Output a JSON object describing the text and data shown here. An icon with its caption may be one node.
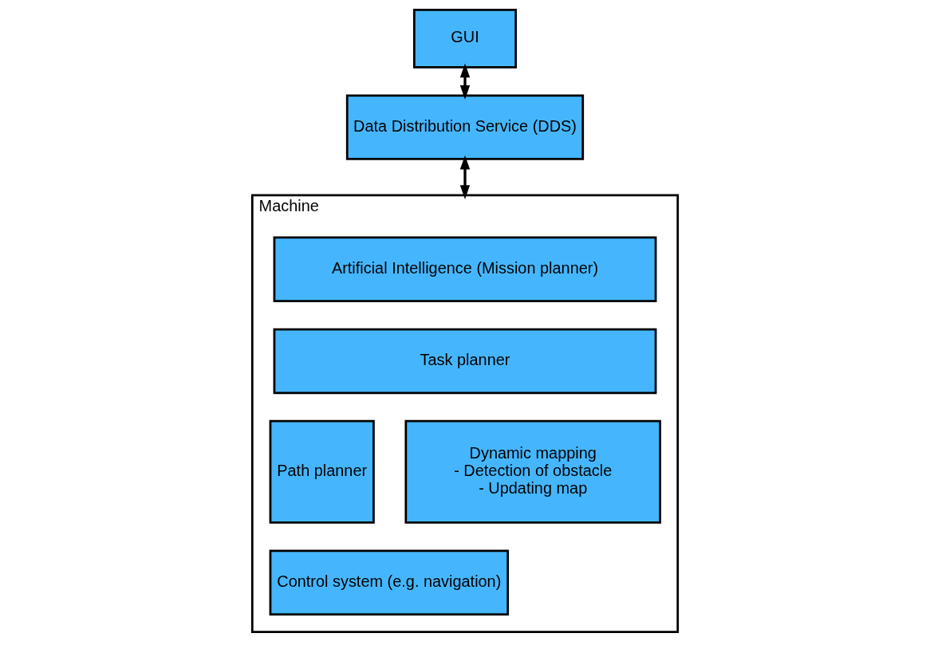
{
  "diagram": {
    "nodes": [
      {
        "text": [
          "GUI"
        ]
      },
      {
        "text": [
          "Data Distribution Service (DDS)"
        ]
      },
      {
        "text": [
          "Machine"
        ]
      },
      {
        "text": [
          "Artificial Intelligence (Mission planner)"
        ],
        "in": 2
      },
      {
        "text": [
          "Task planner"
        ],
        "in": 2
      },
      {
        "text": [
          "Path planner"
        ],
        "in": 2
      },
      {
        "text": [
          "Dynamic mapping",
          "- Detection of obstacle",
          "- Updating map"
        ],
        "in": 2
      },
      {
        "text": [
          "Control system (e.g. navigation)"
        ],
        "in": 2
      }
    ],
    "edges": [
      {
        "from": 0,
        "to": 1,
        "arrow": "both"
      },
      {
        "from": 1,
        "to": 2,
        "arrow": "both"
      }
    ]
  }
}
